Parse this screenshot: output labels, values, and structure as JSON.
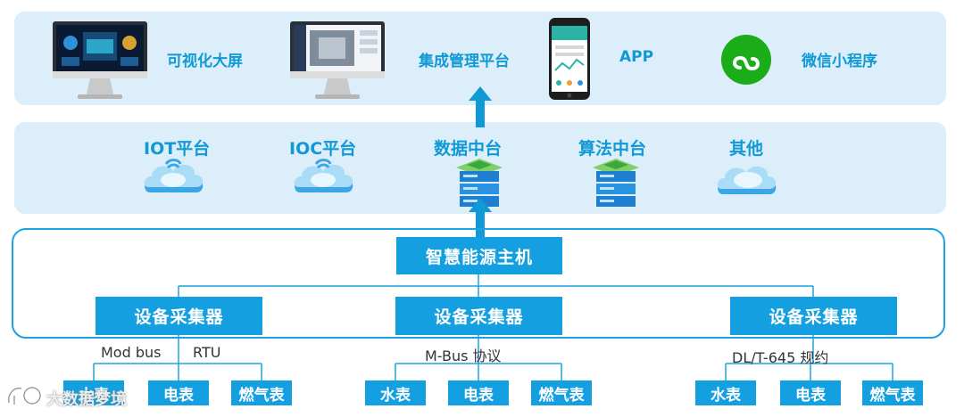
{
  "top_row": [
    {
      "label": "可视化大屏"
    },
    {
      "label": "集成管理平台"
    },
    {
      "label": "APP"
    },
    {
      "label": "微信小程序"
    }
  ],
  "middle_row": [
    {
      "label": "IOT平台"
    },
    {
      "label": "IOC平台"
    },
    {
      "label": "数据中台"
    },
    {
      "label": "算法中台"
    },
    {
      "label": "其他"
    }
  ],
  "host": {
    "label": "智慧能源主机"
  },
  "collectors": [
    "设备采集器",
    "设备采集器",
    "设备采集器"
  ],
  "protocols": {
    "p1": "Mod bus",
    "p2": "RTU",
    "p3": "M-Bus 协议",
    "p4": "DL/T-645 规约"
  },
  "meters": {
    "group1": [
      "水表",
      "电表",
      "燃气表"
    ],
    "group2": [
      "水表",
      "电表",
      "燃气表"
    ],
    "group3": [
      "水表",
      "电表",
      "燃气表"
    ]
  },
  "watermark": "大数据梦境",
  "colors": {
    "accent": "#149fe0",
    "panel": "#dbeef9",
    "line": "#1aa3e0"
  }
}
